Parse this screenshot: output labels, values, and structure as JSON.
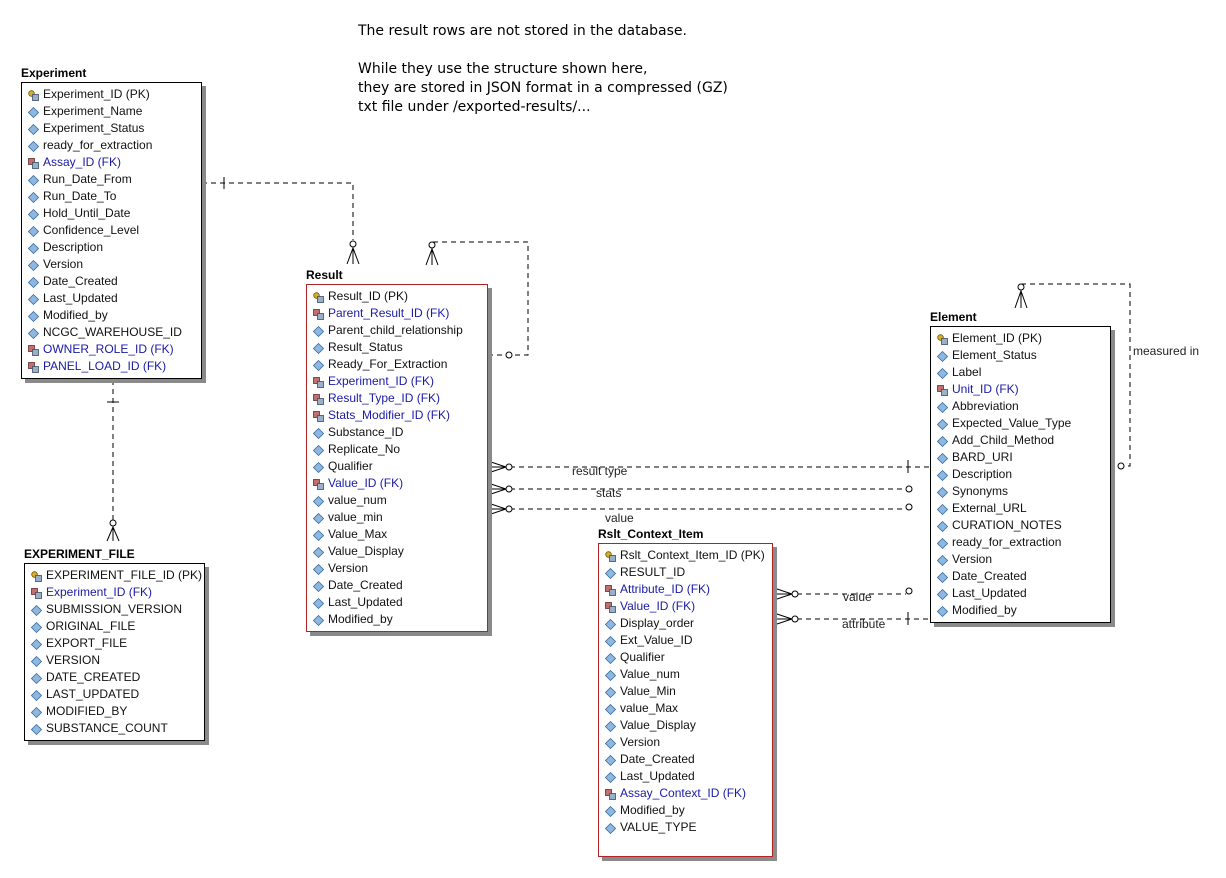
{
  "note": {
    "line1": "The result rows are not stored in the database.",
    "line2": "While they use the structure shown here,",
    "line3": "they are stored in JSON format in a compressed (GZ)",
    "line4": "txt file under /exported-results/..."
  },
  "icons": {
    "pk": "key-icon",
    "fk": "foreign-key-icon",
    "attr": "diamond-icon"
  },
  "colors": {
    "fk_text": "#1a1aa6",
    "entity_border": "#000000",
    "result_border": "#b22222",
    "shadow": "#8a8a8a"
  },
  "entities": {
    "experiment": {
      "title": "Experiment",
      "attributes": [
        {
          "text": "Experiment_ID (PK)",
          "kind": "pk"
        },
        {
          "text": "Experiment_Name",
          "kind": "attr"
        },
        {
          "text": "Experiment_Status",
          "kind": "attr"
        },
        {
          "text": "ready_for_extraction",
          "kind": "attr"
        },
        {
          "text": "Assay_ID (FK)",
          "kind": "fk"
        },
        {
          "text": "Run_Date_From",
          "kind": "attr"
        },
        {
          "text": "Run_Date_To",
          "kind": "attr"
        },
        {
          "text": "Hold_Until_Date",
          "kind": "attr"
        },
        {
          "text": "Confidence_Level",
          "kind": "attr"
        },
        {
          "text": "Description",
          "kind": "attr"
        },
        {
          "text": "Version",
          "kind": "attr"
        },
        {
          "text": "Date_Created",
          "kind": "attr"
        },
        {
          "text": "Last_Updated",
          "kind": "attr"
        },
        {
          "text": "Modified_by",
          "kind": "attr"
        },
        {
          "text": "NCGC_WAREHOUSE_ID",
          "kind": "attr"
        },
        {
          "text": "OWNER_ROLE_ID (FK)",
          "kind": "fk"
        },
        {
          "text": "PANEL_LOAD_ID (FK)",
          "kind": "fk"
        }
      ]
    },
    "experiment_file": {
      "title": "EXPERIMENT_FILE",
      "attributes": [
        {
          "text": "EXPERIMENT_FILE_ID (PK)",
          "kind": "pk"
        },
        {
          "text": "Experiment_ID (FK)",
          "kind": "fk"
        },
        {
          "text": "SUBMISSION_VERSION",
          "kind": "attr"
        },
        {
          "text": "ORIGINAL_FILE",
          "kind": "attr"
        },
        {
          "text": "EXPORT_FILE",
          "kind": "attr"
        },
        {
          "text": "VERSION",
          "kind": "attr"
        },
        {
          "text": "DATE_CREATED",
          "kind": "attr"
        },
        {
          "text": "LAST_UPDATED",
          "kind": "attr"
        },
        {
          "text": "MODIFIED_BY",
          "kind": "attr"
        },
        {
          "text": "SUBSTANCE_COUNT",
          "kind": "attr"
        }
      ]
    },
    "result": {
      "title": "Result",
      "attributes": [
        {
          "text": "Result_ID (PK)",
          "kind": "pk"
        },
        {
          "text": "Parent_Result_ID (FK)",
          "kind": "fk"
        },
        {
          "text": "Parent_child_relationship",
          "kind": "attr"
        },
        {
          "text": "Result_Status",
          "kind": "attr"
        },
        {
          "text": "Ready_For_Extraction",
          "kind": "attr"
        },
        {
          "text": "Experiment_ID (FK)",
          "kind": "fk"
        },
        {
          "text": "Result_Type_ID (FK)",
          "kind": "fk"
        },
        {
          "text": "Stats_Modifier_ID (FK)",
          "kind": "fk"
        },
        {
          "text": "Substance_ID",
          "kind": "attr"
        },
        {
          "text": "Replicate_No",
          "kind": "attr"
        },
        {
          "text": "Qualifier",
          "kind": "attr"
        },
        {
          "text": "Value_ID (FK)",
          "kind": "fk"
        },
        {
          "text": "value_num",
          "kind": "attr"
        },
        {
          "text": "value_min",
          "kind": "attr"
        },
        {
          "text": "Value_Max",
          "kind": "attr"
        },
        {
          "text": "Value_Display",
          "kind": "attr"
        },
        {
          "text": "Version",
          "kind": "attr"
        },
        {
          "text": "Date_Created",
          "kind": "attr"
        },
        {
          "text": "Last_Updated",
          "kind": "attr"
        },
        {
          "text": "Modified_by",
          "kind": "attr"
        }
      ]
    },
    "rslt_context_item": {
      "title": "Rslt_Context_Item",
      "attributes": [
        {
          "text": "Rslt_Context_Item_ID (PK)",
          "kind": "pk"
        },
        {
          "text": "RESULT_ID",
          "kind": "attr"
        },
        {
          "text": "Attribute_ID (FK)",
          "kind": "fk"
        },
        {
          "text": "Value_ID (FK)",
          "kind": "fk"
        },
        {
          "text": "Display_order",
          "kind": "attr"
        },
        {
          "text": "Ext_Value_ID",
          "kind": "attr"
        },
        {
          "text": "Qualifier",
          "kind": "attr"
        },
        {
          "text": "Value_num",
          "kind": "attr"
        },
        {
          "text": "Value_Min",
          "kind": "attr"
        },
        {
          "text": "value_Max",
          "kind": "attr"
        },
        {
          "text": "Value_Display",
          "kind": "attr"
        },
        {
          "text": "Version",
          "kind": "attr"
        },
        {
          "text": "Date_Created",
          "kind": "attr"
        },
        {
          "text": "Last_Updated",
          "kind": "attr"
        },
        {
          "text": "Assay_Context_ID (FK)",
          "kind": "fk"
        },
        {
          "text": "Modified_by",
          "kind": "attr"
        },
        {
          "text": "VALUE_TYPE",
          "kind": "attr"
        }
      ]
    },
    "element": {
      "title": "Element",
      "attributes": [
        {
          "text": "Element_ID (PK)",
          "kind": "pk"
        },
        {
          "text": "Element_Status",
          "kind": "attr"
        },
        {
          "text": "Label",
          "kind": "attr"
        },
        {
          "text": "Unit_ID (FK)",
          "kind": "fk"
        },
        {
          "text": "Abbreviation",
          "kind": "attr"
        },
        {
          "text": "Expected_Value_Type",
          "kind": "attr"
        },
        {
          "text": "Add_Child_Method",
          "kind": "attr"
        },
        {
          "text": "BARD_URI",
          "kind": "attr"
        },
        {
          "text": "Description",
          "kind": "attr"
        },
        {
          "text": "Synonyms",
          "kind": "attr"
        },
        {
          "text": "External_URL",
          "kind": "attr"
        },
        {
          "text": "CURATION_NOTES",
          "kind": "attr"
        },
        {
          "text": "ready_for_extraction",
          "kind": "attr"
        },
        {
          "text": "Version",
          "kind": "attr"
        },
        {
          "text": "Date_Created",
          "kind": "attr"
        },
        {
          "text": "Last_Updated",
          "kind": "attr"
        },
        {
          "text": "Modified_by",
          "kind": "attr"
        }
      ]
    }
  },
  "relationships": {
    "result_type": "result type",
    "stats": "stats",
    "value_result": "value",
    "value_context": "value",
    "attribute": "attribute",
    "measured_in": "measured in"
  }
}
